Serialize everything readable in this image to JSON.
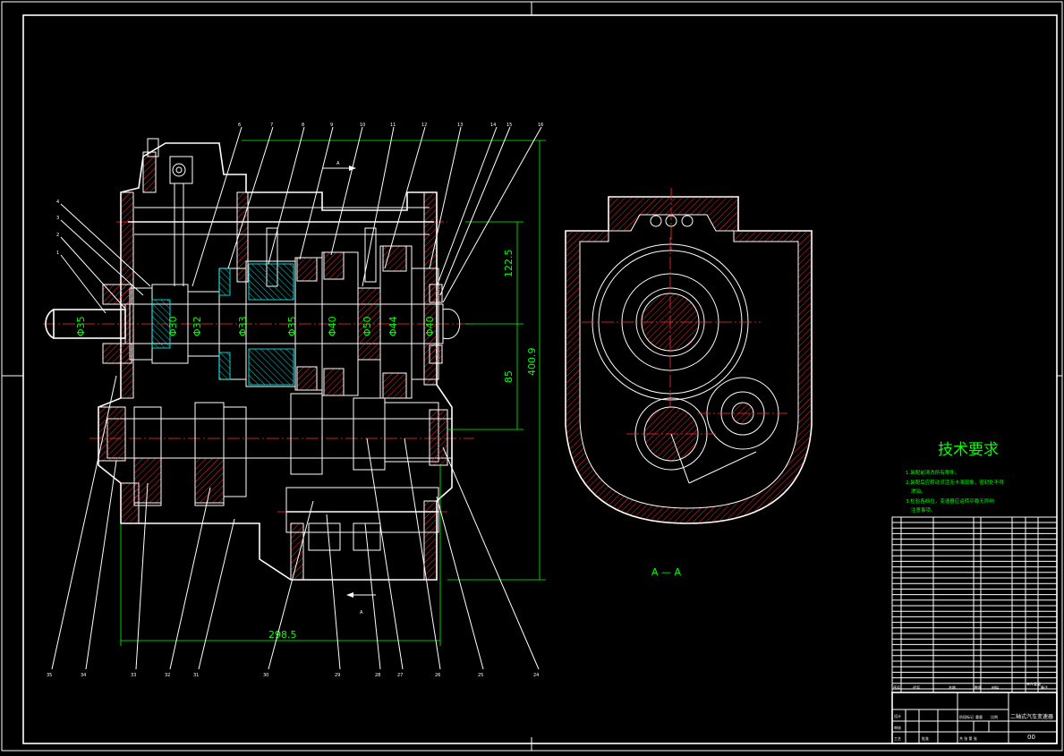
{
  "drawing": {
    "title_block_name": "二轴式汽车变速器",
    "drawing_number": "00",
    "section_label": "A — A",
    "section_mark": "A",
    "tech_requirements": {
      "heading": "技术要求",
      "items": [
        "1.装配前清洗所有零件。",
        "2.装配后应转动灵活无卡滞现象，密封处不得",
        "渗油。",
        "3.检验各档位，变速器应运转平稳无异响",
        "注意事项。"
      ]
    },
    "dimensions": {
      "upper_height": "122.5",
      "center_distance": "85",
      "overall_height": "400.9",
      "overall_width": "298.5"
    },
    "shaft_diameters": [
      "Φ35",
      "Φ30",
      "Φ32",
      "Φ33",
      "Φ35",
      "Φ40",
      "Φ50",
      "Φ44",
      "Φ40"
    ],
    "leader_numbers_top": [
      "6",
      "7",
      "8",
      "9",
      "10",
      "11",
      "12",
      "13",
      "14",
      "15",
      "16"
    ],
    "leader_numbers_left": [
      "4",
      "3",
      "2",
      "1"
    ],
    "leader_numbers_bottom": [
      "35",
      "34",
      "33",
      "32",
      "31",
      "30",
      "29",
      "28",
      "27",
      "26",
      "25",
      "24"
    ],
    "parts_list_header": {
      "no": "序号",
      "code": "代号",
      "name": "名称",
      "qty": "数量",
      "material": "材料",
      "unit_weight": "单件重量",
      "remark": "备注"
    },
    "title_block_labels": {
      "design": "设计",
      "check": "审核",
      "process": "工艺",
      "approve": "批准",
      "stage_mark": "阶段标记",
      "weight": "重量",
      "scale": "比例",
      "sheet": "共  张  第  张"
    }
  }
}
